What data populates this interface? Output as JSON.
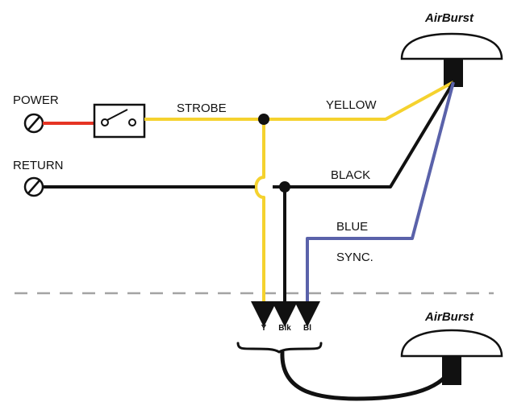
{
  "labels": {
    "power": "POWER",
    "return": "RETURN",
    "strobe": "STROBE",
    "yellow": "YELLOW",
    "black": "BLACK",
    "blue": "BLUE",
    "sync": "SYNC.",
    "device_top": "AirBurst",
    "device_bottom": "AirBurst",
    "pin_y": "Y",
    "pin_blk": "Blk",
    "pin_bl": "Bl"
  },
  "colors": {
    "power_wire": "#e53424",
    "strobe_wire": "#f5d22e",
    "black_wire": "#111111",
    "blue_wire": "#5a62aa",
    "divider": "#a3a3a3"
  },
  "icons": {
    "terminal": "terminal-screw-icon",
    "switch": "switch-icon",
    "device": "airburst-device-icon",
    "arrow": "arrow-down-icon",
    "brace": "curly-brace-icon"
  }
}
